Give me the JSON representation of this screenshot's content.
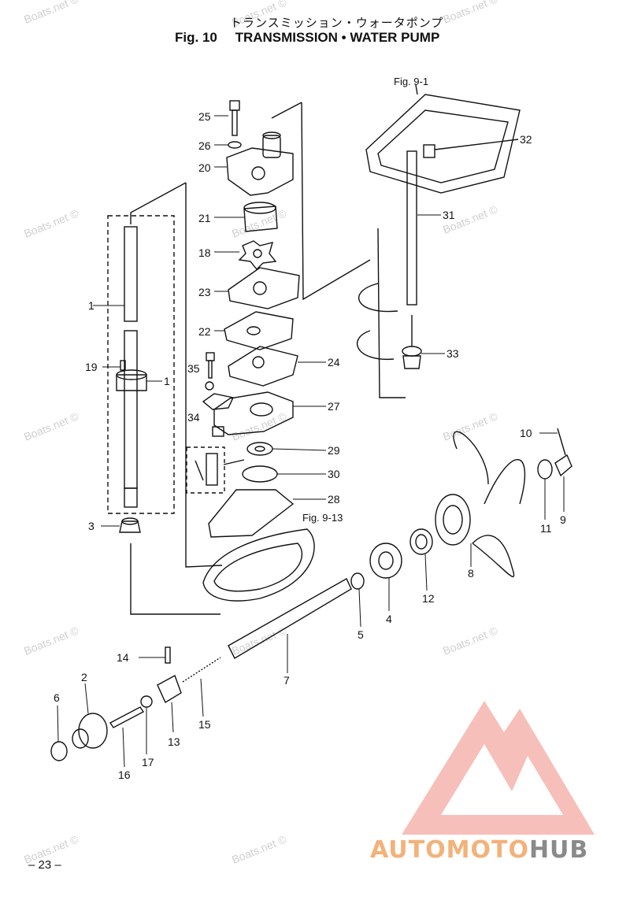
{
  "header": {
    "japanese_title": "トランスミッション・ウォータポンプ",
    "fig_label": "Fig. 10",
    "title": "TRANSMISSION • WATER PUMP"
  },
  "watermark": "Boats.net ©",
  "references": {
    "fig_9_1": "Fig. 9-1",
    "fig_9_13": "Fig. 9-13"
  },
  "callouts": [
    "25",
    "26",
    "20",
    "21",
    "18",
    "23",
    "22",
    "24",
    "35",
    "27",
    "34",
    "29",
    "30",
    "28",
    "1",
    "19",
    "1",
    "3",
    "32",
    "31",
    "33",
    "10",
    "11",
    "9",
    "8",
    "12",
    "4",
    "5",
    "7",
    "14",
    "2",
    "6",
    "13",
    "15",
    "17",
    "16"
  ],
  "footer": {
    "page_number": "– 23 –",
    "logo_part1": "AUTOMOTO",
    "logo_part2": "HUB"
  }
}
